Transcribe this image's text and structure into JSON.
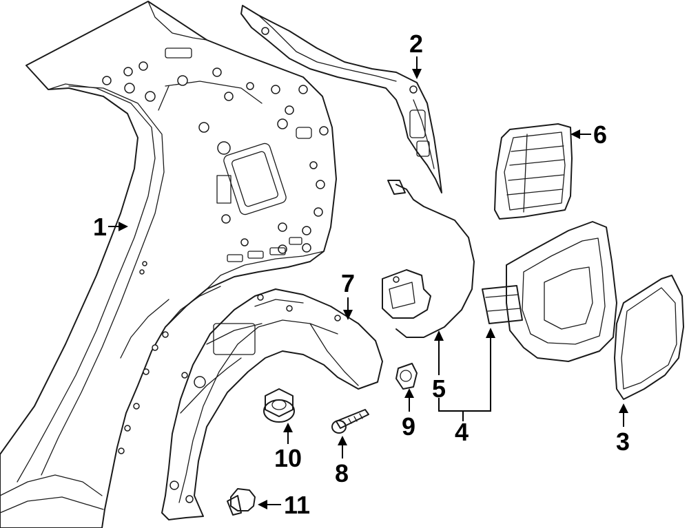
{
  "callouts": {
    "c1": "1",
    "c2": "2",
    "c3": "3",
    "c4": "4",
    "c5": "5",
    "c6": "6",
    "c7": "7",
    "c8": "8",
    "c9": "9",
    "c10": "10",
    "c11": "11"
  },
  "colors": {
    "line": "#1a1a1a",
    "background": "#ffffff"
  }
}
